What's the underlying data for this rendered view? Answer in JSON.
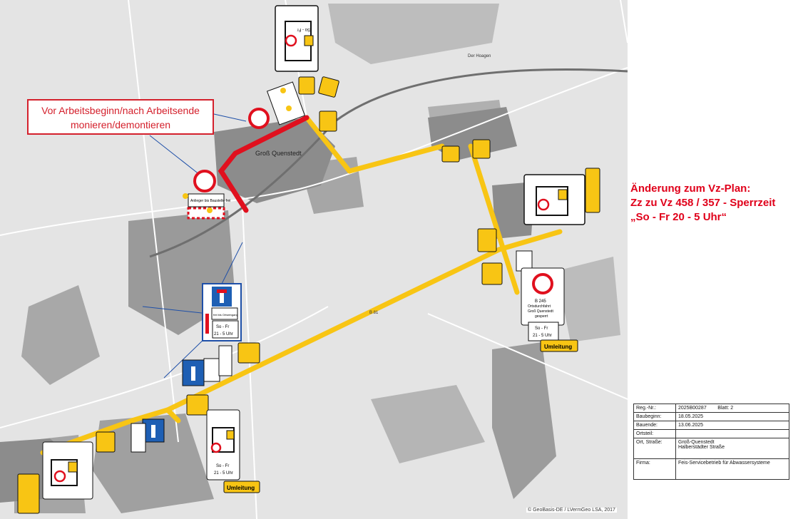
{
  "colors": {
    "detour": "#f8c514",
    "closure": "#e0101e",
    "map_bg": "#e4e4e4",
    "callout_red": "#d4202c"
  },
  "callout": {
    "line1": "Vor Arbeitsbeginn/nach Arbeitsende",
    "line2": "monieren/demontieren"
  },
  "change_note": {
    "line1": "Änderung zum Vz-Plan:",
    "line2": "Zz zu Vz 458 / 357 - Sperrzeit",
    "line3": "„So - Fr  20 - 5 Uhr“"
  },
  "places": {
    "gross_quenstedt": "Groß Quenstedt",
    "der_hoagen": "Der Hoagen"
  },
  "signs": {
    "anlieger": "Anlieger bis Baustelle frei",
    "frei_bis_ortseingang": "frei bis Ortseingang",
    "so_fr": "So - Fr",
    "hours": "21 - 5 Uhr",
    "b245_line1": "B 245",
    "b245_line2": "Ortsdurchfahrt",
    "b245_line3": "Groß Quenstedt",
    "b245_line4": "gesperrt",
    "umleitung": "Umleitung",
    "road_b81": "B 81"
  },
  "info_table": {
    "reg_label": "Reg.-Nr.:",
    "reg_value": "2025B00287",
    "blatt_label": "Blatt:",
    "blatt_value": "2",
    "baubeginn_label": "Baubeginn:",
    "baubeginn_value": "18.05.2025",
    "bauende_label": "Bauende:",
    "bauende_value": "13.06.2025",
    "ortsteil_label": "Ortsteil:",
    "ort_label": "Ort, Straße:",
    "ort_value1": "Groß-Quenstedt",
    "ort_value2": "Halberstädter Straße",
    "firma_label": "Firma:",
    "firma_value": "Feis-Servicebetrieb für Abwassersysteme"
  },
  "copyright": "© GeoBasis-DE / LVermGeo LSA, 2017"
}
